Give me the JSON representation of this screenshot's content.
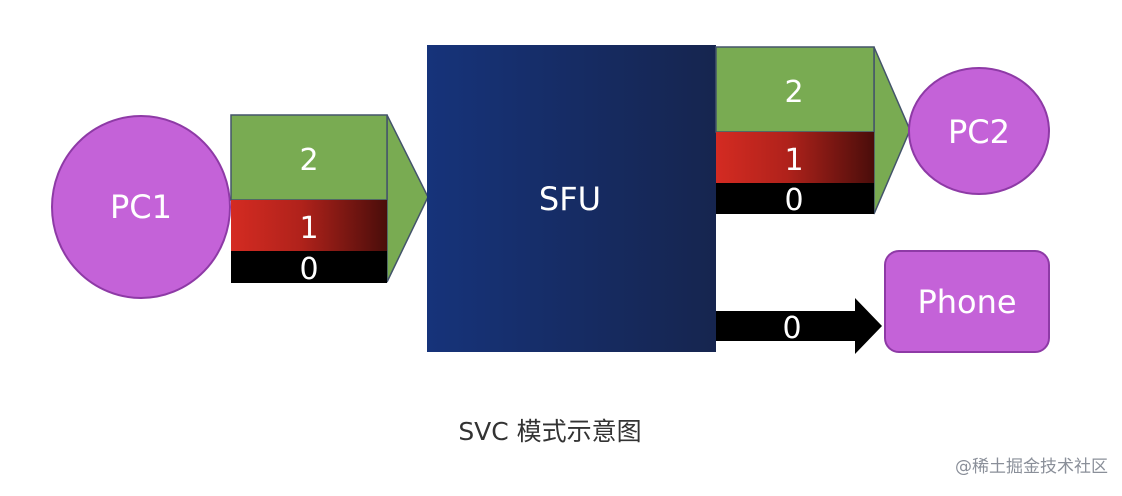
{
  "nodes": {
    "pc1": "PC1",
    "pc2": "PC2",
    "phone": "Phone",
    "sfu": "SFU"
  },
  "pc1_stream": {
    "layers": [
      "2",
      "1",
      "0"
    ]
  },
  "pc2_stream": {
    "layers": [
      "2",
      "1",
      "0"
    ]
  },
  "phone_stream": {
    "layers": [
      "0"
    ]
  },
  "caption": "SVC 模式示意图",
  "watermark": "@稀土掘金技术社区",
  "colors": {
    "node_fill": "#c462d8",
    "node_stroke": "#8e3aa6",
    "sfu_dark": "#16337a",
    "sfu_light": "#16254f",
    "layer2": "#79ab52",
    "layer1_start": "#d42b22",
    "layer1_end": "#4a0d0a",
    "layer0": "#000000"
  }
}
